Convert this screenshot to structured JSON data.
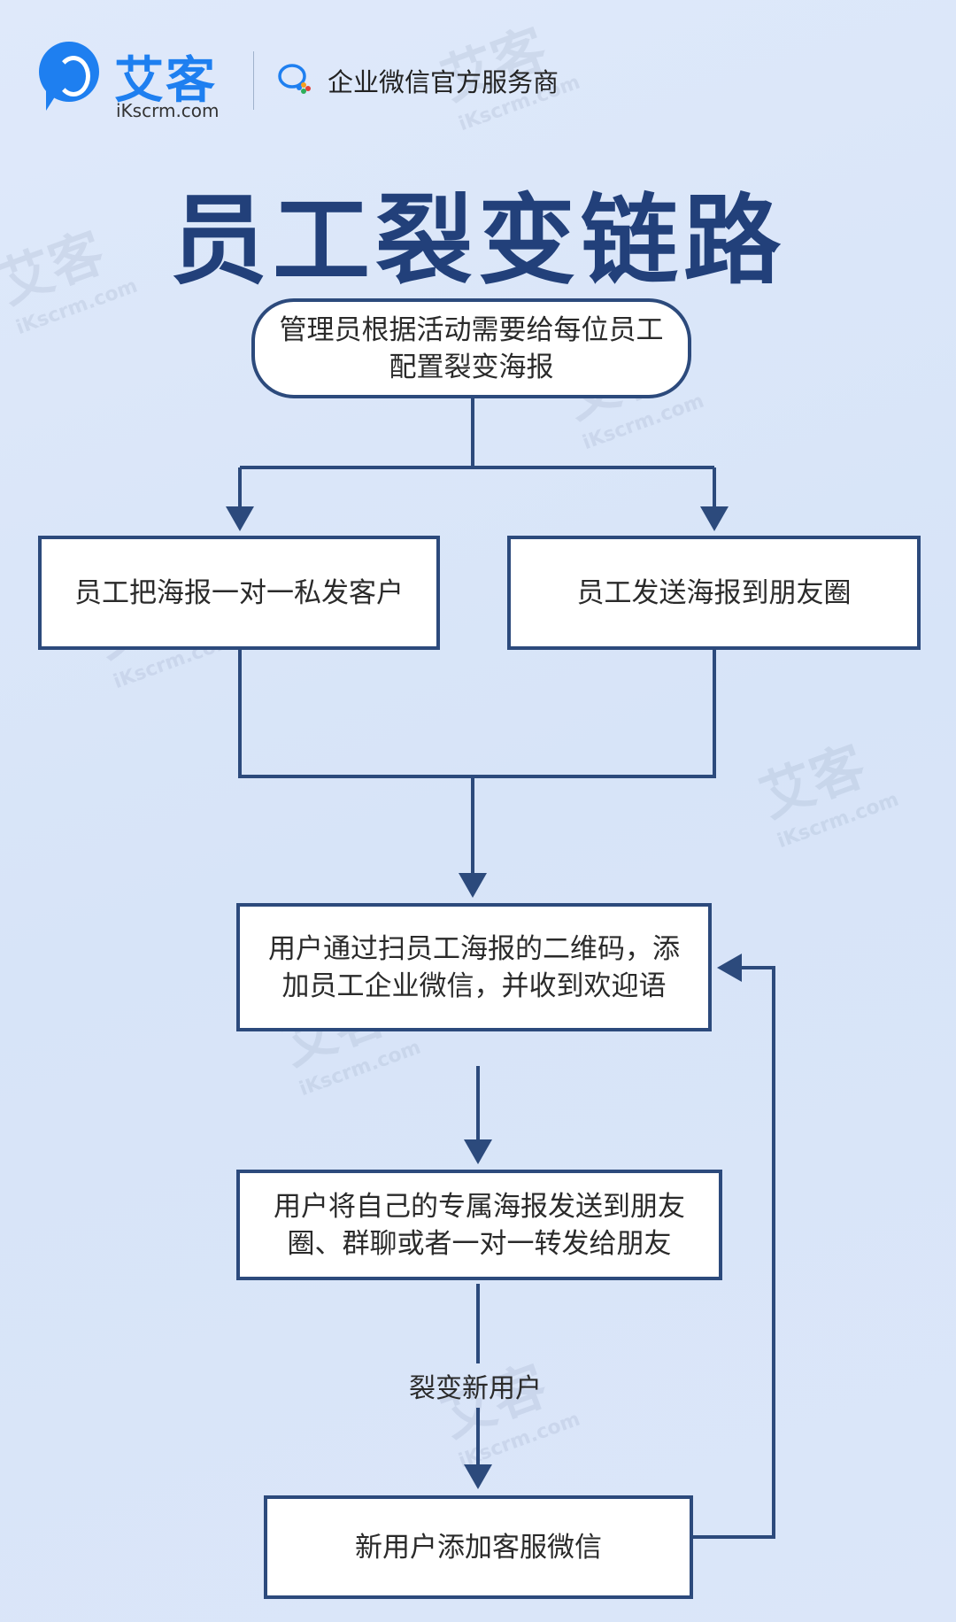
{
  "header": {
    "logo_text": "艾客",
    "logo_url": "iKscrm.com",
    "tagline": "企业微信官方服务商"
  },
  "title": "员工裂变链路",
  "flow": {
    "start": {
      "line1": "管理员根据活动需要给每位员工",
      "line2": "配置裂变海报"
    },
    "branch_left": "员工把海报一对一私发客户",
    "branch_right": "员工发送海报到朋友圈",
    "step_scan": {
      "line1": "用户通过扫员工海报的二维码，添",
      "line2": "加员工企业微信，并收到欢迎语"
    },
    "step_share": {
      "line1": "用户将自己的专属海报发送到朋友",
      "line2": "圈、群聊或者一对一转发给朋友"
    },
    "edge_label": "裂变新用户",
    "step_new": "新用户添加客服微信"
  },
  "watermark": {
    "text": "艾客",
    "url": "iKscrm.com"
  },
  "colors": {
    "stroke": "#2c4a7c",
    "title": "#22407a",
    "brand": "#1e7ff0"
  }
}
